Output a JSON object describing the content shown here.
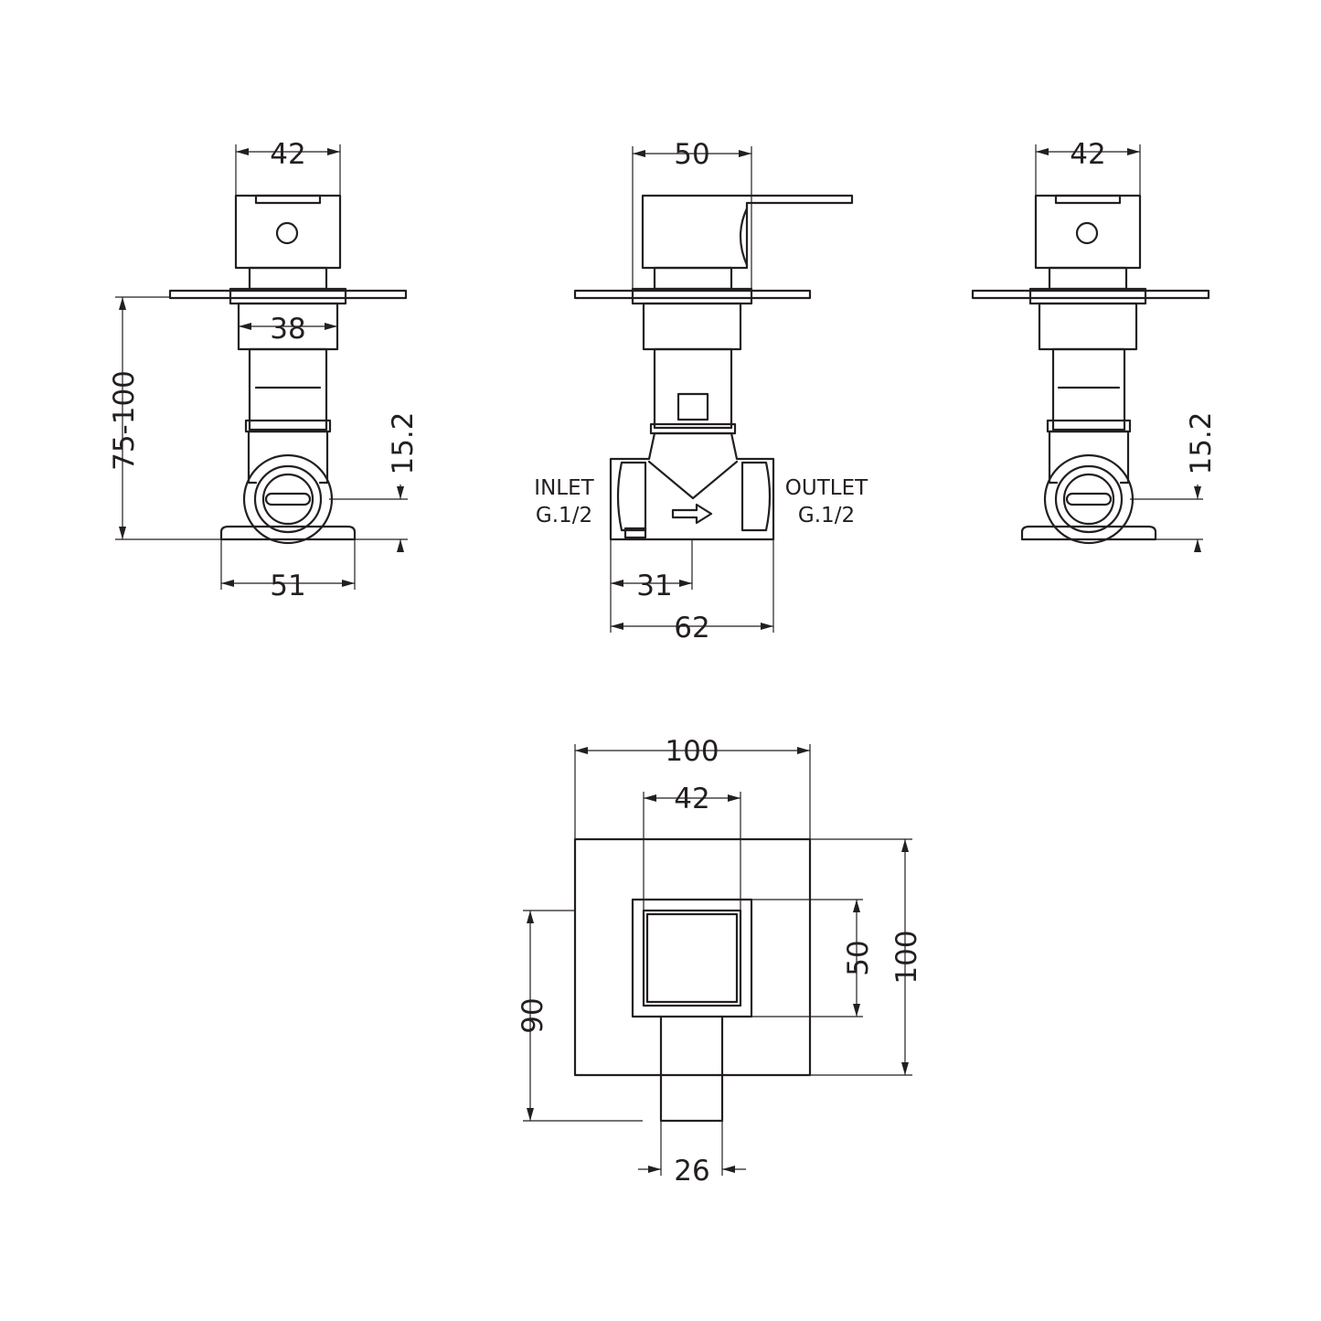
{
  "dimensions": {
    "left_head_width": "42",
    "left_collar_width": "38",
    "left_wall_depth": "75-100",
    "left_outlet_height": "15.2",
    "left_base_width": "51",
    "center_handle_width": "50",
    "center_offset": "31",
    "center_body_width": "62",
    "right_head_width": "42",
    "right_outlet_height": "15.2",
    "plate_width": "100",
    "plate_height": "100",
    "handle_width": "42",
    "handle_height": "50",
    "lever_width": "26",
    "lever_drop": "90"
  },
  "labels": {
    "inlet": "INLET",
    "inlet_thread": "G.1/2",
    "outlet": "OUTLET",
    "outlet_thread": "G.1/2"
  },
  "colors": {
    "line": "#231f20",
    "background": "#ffffff"
  }
}
